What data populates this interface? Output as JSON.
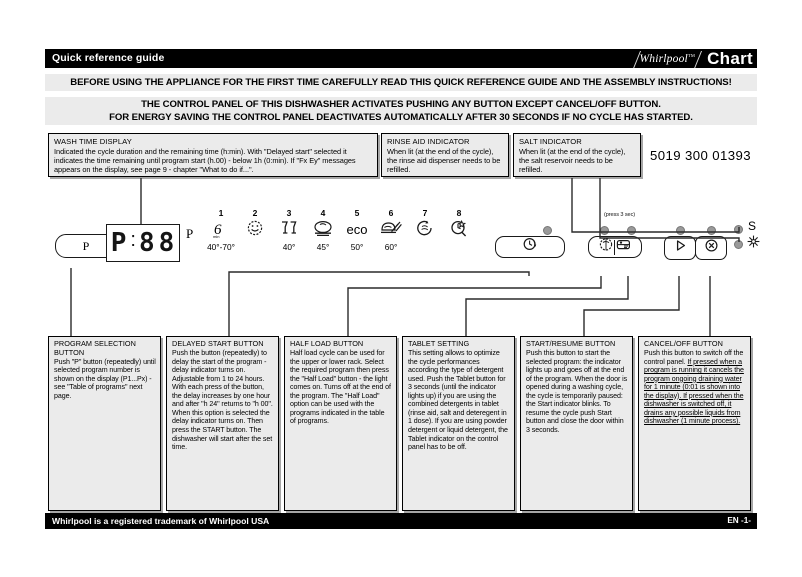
{
  "header": {
    "title": "Quick reference guide",
    "brand": "Whirlpool",
    "brand_tm": "TM",
    "product_logo": "Chart"
  },
  "notices": [
    "BEFORE USING THE APPLIANCE FOR THE FIRST TIME CAREFULLY READ THIS QUICK REFERENCE GUIDE AND THE ASSEMBLY INSTRUCTIONS!",
    "THE CONTROL PANEL OF THIS DISHWASHER ACTIVATES PUSHING ANY BUTTON EXCEPT CANCEL/OFF BUTTON.",
    "FOR ENERGY SAVING THE CONTROL PANEL DEACTIVATES AUTOMATICALLY AFTER 30 SECONDS IF NO CYCLE HAS STARTED."
  ],
  "info_boxes": {
    "wash_time": {
      "heading": "WASH TIME DISPLAY",
      "body": "Indicated the cycle duration and the remaining time (h:min). With \"Delayed start\" selected it indicates the time remaining until program start (h.00) - below 1h (0:min). If \"Fx Ey\" messages appears on the display, see page 9 - chapter \"What to do if...\"."
    },
    "rinse_aid": {
      "heading": "RINSE AID INDICATOR",
      "body": "When lit (at the end of the cycle), the rinse aid dispenser needs to be refilled."
    },
    "salt": {
      "heading": "SALT INDICATOR",
      "body": "When lit (at the end of the cycle), the salt reservoir needs to be refilled."
    }
  },
  "part_number": "5019 300 01393",
  "control_panel": {
    "p_button_label": "P",
    "display_value": "P:88",
    "display_digits": [
      "P",
      ":",
      "8",
      "8"
    ],
    "program_column_label": "P",
    "programs": [
      {
        "num": "1",
        "glyph": "6",
        "glyph_sub": "min",
        "temp": "40°-70°",
        "name": "six-min-program-icon"
      },
      {
        "num": "2",
        "glyph": "☺",
        "temp": "",
        "name": "smiley-program-icon"
      },
      {
        "num": "3",
        "glyph": "♉",
        "temp": "40°",
        "name": "glasses-program-icon"
      },
      {
        "num": "4",
        "glyph": "◔",
        "temp": "45°",
        "name": "plate-program-icon"
      },
      {
        "num": "5",
        "glyph": "eco",
        "temp": "50°",
        "name": "eco-program-icon"
      },
      {
        "num": "6",
        "glyph": "⌲",
        "temp": "60°",
        "name": "pots-pans-program-icon"
      },
      {
        "num": "7",
        "glyph": "↻",
        "temp": "",
        "name": "prewash-program-icon"
      },
      {
        "num": "8",
        "glyph": "⊕",
        "temp": "",
        "name": "rapid-program-icon"
      }
    ],
    "delay_button": {
      "icon": "clock-delay-icon",
      "label": ""
    },
    "press_note": "(press 3 sec)",
    "half_load_button": {
      "icon": "half-load-icon"
    },
    "tablet_button": {
      "icon": "tablet-icon"
    },
    "start_button": {
      "icon": "play-icon"
    },
    "cancel_button": {
      "icon": "cross-circle-icon"
    },
    "salt_indicator_label": "S",
    "rinse_indicator_label": "※"
  },
  "descriptions": [
    {
      "heading": "PROGRAM SELECTION BUTTON",
      "body": "Push \"P\" button (repeatedly) until selected program number is shown on the display (P1...Px) - see \"Table of programs\" next page."
    },
    {
      "heading": "DELAYED START BUTTON",
      "body": "Push the button (repeatedly) to delay the start of the program - delay indicator turns on. Adjustable from 1 to 24 hours. With each press of the button, the delay increases by one hour and after \"h 24\" returns to \"h 00\". When this option is selected the delay indicator turns on. Then press the START button. The dishwasher will start after the set time."
    },
    {
      "heading": "HALF LOAD BUTTON",
      "body": "Half load cycle can be used for the upper or lower rack. Select the required program then press the \"Half Load\" button - the light comes on. Turns off at the end of the program. The \"Half Load\" option can be used with the programs indicated in the table of programs."
    },
    {
      "heading": "TABLET SETTING",
      "body": "This setting allows to optimize the cycle performances according the type of detergent used. Push the Tablet button for 3 seconds (until the indicator lights up) if you are using the combined detergents in tablet (rinse aid, salt and deteregent in 1 dose). If you are using powder detergent or liquid detergent, the Tablet indicator on the control panel has to be off."
    },
    {
      "heading": "START/RESUME BUTTON",
      "body": "Push this button to start the selected program: the indicator lights up and goes off at the end of the program. When the door is opened during a washing cycle, the cycle is temporarily paused: the Start indicator blinks. To resume the cycle push Start button and close the door within 3 seconds."
    },
    {
      "heading": "CANCEL/OFF BUTTON",
      "body_plain": "Push this button to switch off the control panel.",
      "body_underlined": "If pressed when a program is running it cancels the program ongoing draining water for 1 minute (0:01 is shown into the display). If pressed when the dishwasher is switched off, it drains any possible liquids from dishwasher (1 minute process)."
    }
  ],
  "footer": {
    "left": "Whirlpool is a registered trademark of Whirlpool USA",
    "right": "EN -1-"
  }
}
